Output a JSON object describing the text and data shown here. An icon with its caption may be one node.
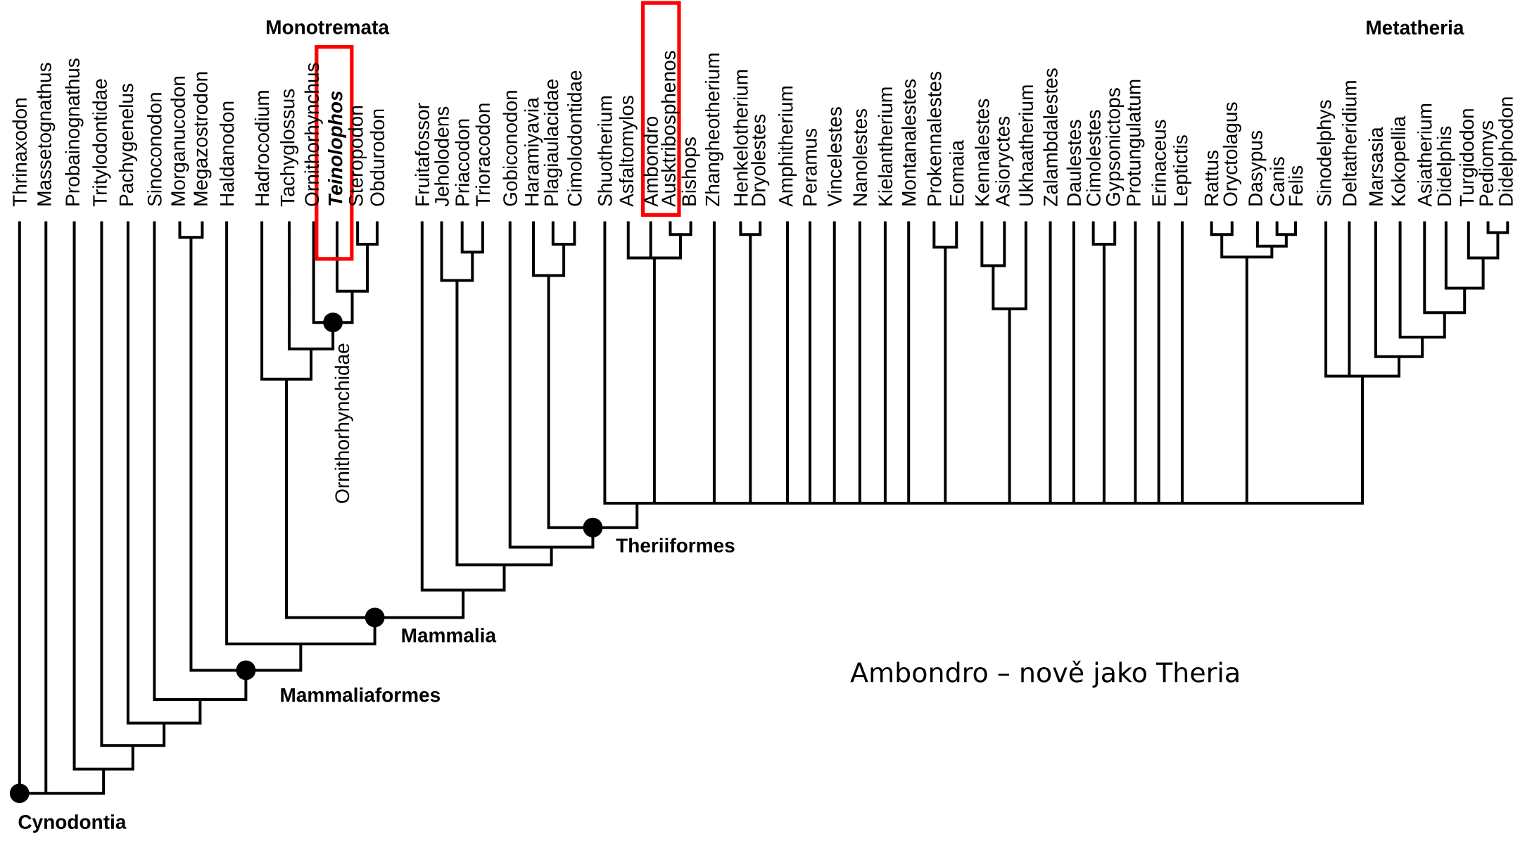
{
  "diagram": {
    "nodes": [
      {
        "text": [
          "Teinolophos"
        ]
      },
      {
        "text": [
          "Ambondro",
          "Ausktribosphenos"
        ]
      }
    ],
    "labels": [
      "Monotremata",
      "Metatheria",
      "Thrinaxodon",
      "Massetognathus",
      "Probainognathus",
      "Tritylodontidae",
      "Pachygenelus",
      "Sinoconodon",
      "Morganucodon",
      "Megazostrodon",
      "Haldanodon",
      "Hadrocodium",
      "Tachyglossus",
      "Ornithorhynchus",
      "Steropodon",
      "Obdurodon",
      "Fruitafossor",
      "Jeholodens",
      "Priacodon",
      "Trioracodon",
      "Gobiconodon",
      "Haramiyavia",
      "Plagiaulacidae",
      "Cimolodontidae",
      "Shuotherium",
      "Asfaltomylos",
      "Bishops",
      "Zhangheotherium",
      "Henkelotherium",
      "Dryolestes",
      "Amphitherium",
      "Peramus",
      "Vincelestes",
      "Nanolestes",
      "Kielantherium",
      "Montanalestes",
      "Prokennalestes",
      "Eomaia",
      "Kennalestes",
      "Asioryctes",
      "Ukhaatherium",
      "Zalambdalestes",
      "Daulestes",
      "Cimolestes",
      "Gypsonictops",
      "Protungulatum",
      "Erinaceus",
      "Leptictis",
      "Rattus",
      "Oryctolagus",
      "Dasypus",
      "Canis",
      "Felis",
      "Sinodelphys",
      "Deltatheridium",
      "Marsasia",
      "Kokopellia",
      "Asiatherium",
      "Didelphis",
      "Turgidodon",
      "Pediomys",
      "Didelphodon",
      "Ornithorhynchidae",
      "Theriiformes",
      "Mammalia",
      "Mammaliaformes",
      "Cynodontia",
      "Ambondro – nově jako Theria"
    ]
  }
}
